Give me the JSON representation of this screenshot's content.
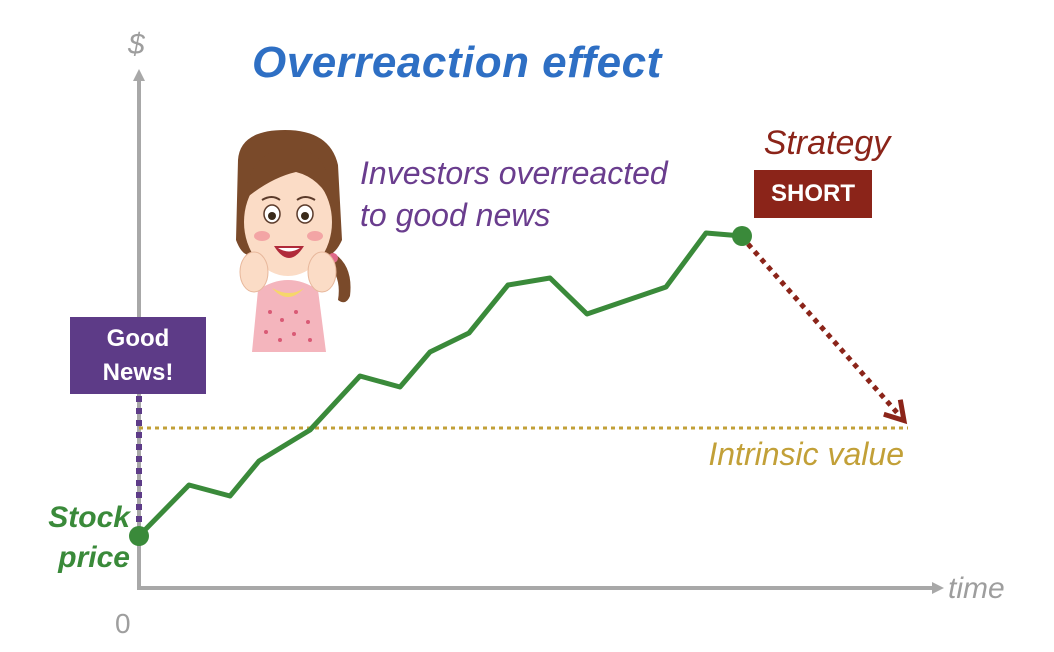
{
  "title": "Overreaction effect",
  "axes": {
    "y_label": "$",
    "x_label": "time",
    "origin_label": "0"
  },
  "stock_price": {
    "label_line1": "Stock",
    "label_line2": "price",
    "color": "#3a8a3a"
  },
  "intrinsic_value": {
    "label": "Intrinsic value",
    "color": "#c2a038"
  },
  "good_news": {
    "line1": "Good",
    "line2": "News!",
    "color": "#5d3b87"
  },
  "investor_note": {
    "line1": "Investors overreacted",
    "line2": "to good news",
    "color": "#6a3d8e"
  },
  "strategy": {
    "label": "Strategy",
    "action": "SHORT",
    "color": "#8b2419"
  },
  "illustration": {
    "icon": "happy-investor-girl-icon"
  },
  "colors": {
    "title": "#2e6fc4",
    "axis": "#a8a8a8"
  }
}
